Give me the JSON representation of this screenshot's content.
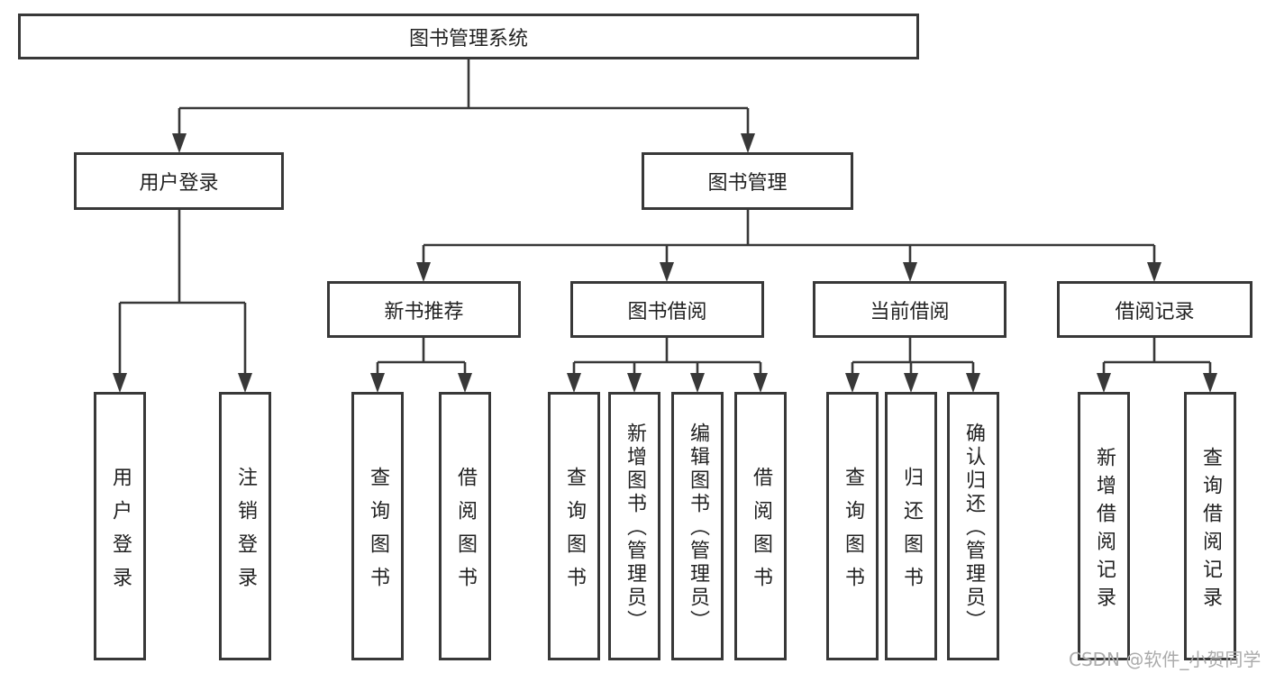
{
  "diagram": {
    "title": "图书管理系统",
    "levels": {
      "root": {
        "label": "图书管理系统"
      },
      "level2": [
        {
          "id": "user-login",
          "label": "用户登录"
        },
        {
          "id": "book-management",
          "label": "图书管理"
        }
      ],
      "level3": [
        {
          "id": "new-book-recommend",
          "label": "新书推荐",
          "parent": "图书管理"
        },
        {
          "id": "book-borrowing",
          "label": "图书借阅",
          "parent": "图书管理"
        },
        {
          "id": "current-borrowing",
          "label": "当前借阅",
          "parent": "图书管理"
        },
        {
          "id": "borrowing-records",
          "label": "借阅记录",
          "parent": "图书管理"
        }
      ],
      "leaves": [
        {
          "label": "用户登录",
          "parent": "用户登录"
        },
        {
          "label": "注销登录",
          "parent": "用户登录"
        },
        {
          "label": "查询图书",
          "parent": "新书推荐"
        },
        {
          "label": "借阅图书",
          "parent": "新书推荐"
        },
        {
          "label": "查询图书",
          "parent": "图书借阅"
        },
        {
          "label": "新增图书（管理员）",
          "parent": "图书借阅"
        },
        {
          "label": "编辑图书（管理员）",
          "parent": "图书借阅"
        },
        {
          "label": "借阅图书",
          "parent": "图书借阅"
        },
        {
          "label": "查询图书",
          "parent": "当前借阅"
        },
        {
          "label": "归还图书",
          "parent": "当前借阅"
        },
        {
          "label": "确认归还（管理员）",
          "parent": "当前借阅"
        },
        {
          "label": "新增借阅记录",
          "parent": "借阅记录"
        },
        {
          "label": "查询借阅记录",
          "parent": "借阅记录"
        }
      ]
    },
    "watermark": "CSDN @软件_小贺同学",
    "colors": {
      "line": "#383838",
      "text": "#222222",
      "box_background": "#ffffff",
      "watermark": "#ababab"
    }
  }
}
